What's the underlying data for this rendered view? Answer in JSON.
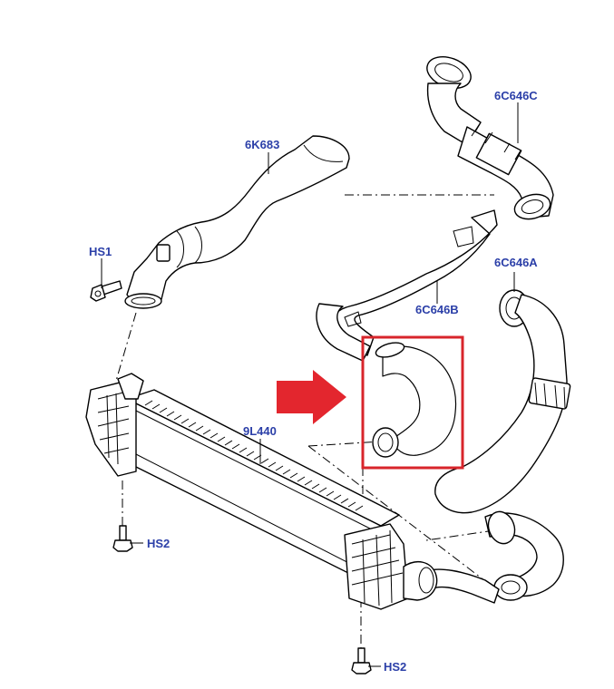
{
  "labels": {
    "hose_upper_left": "6K683",
    "bolt_hs1": "HS1",
    "hose_top_right": "6C646C",
    "hose_right": "6C646A",
    "hose_middle": "6C646B",
    "intercooler": "9L440",
    "bolt_hs2_left": "HS2",
    "bolt_hs2_right": "HS2"
  },
  "highlight": {
    "part_color": "#3ee32a",
    "box_color": "#d8252b",
    "arrow_color": "#e3262e"
  }
}
